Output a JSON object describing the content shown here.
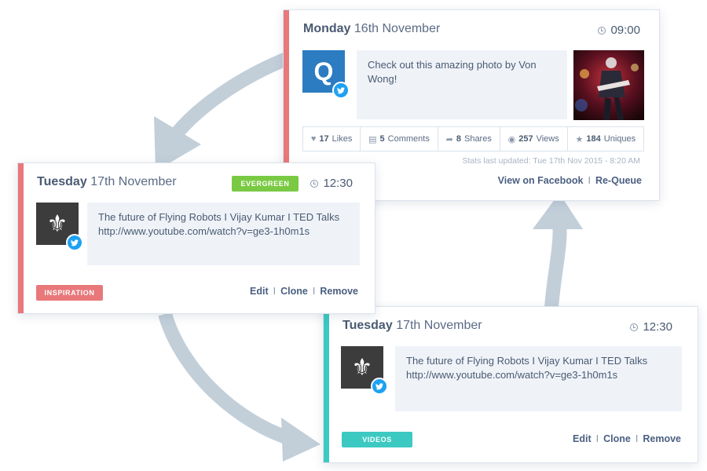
{
  "cards": {
    "monday": {
      "day": "Monday",
      "date": "16th November",
      "time": "09:00",
      "message": "Check out this amazing photo by Von Wong!",
      "avatar_letter": "Q",
      "stats": {
        "likes_count": "17",
        "likes_label": "Likes",
        "comments_count": "5",
        "comments_label": "Comments",
        "shares_count": "8",
        "shares_label": "Shares",
        "views_count": "257",
        "views_label": "Views",
        "uniques_count": "184",
        "uniques_label": "Uniques"
      },
      "stats_updated": "Stats last updated: Tue 17th Nov 2015 - 8:20 AM",
      "view_link": "View on Facebook",
      "requeue_link": "Re-Queue",
      "stripe_color": "#e8787a"
    },
    "tuesday_top": {
      "day": "Tuesday",
      "date": "17th November",
      "time": "12:30",
      "badge": "EVERGREEN",
      "badge_color": "#7ac943",
      "message": "The future of Flying Robots I Vijay Kumar I TED Talks http://www.youtube.com/watch?v=ge3-1h0m1s",
      "tag": "INSPIRATION",
      "tag_color": "#e8787a",
      "edit": "Edit",
      "clone": "Clone",
      "remove": "Remove",
      "stripe_color": "#e8787a"
    },
    "tuesday_bottom": {
      "day": "Tuesday",
      "date": "17th November",
      "time": "12:30",
      "message": "The future of Flying Robots I Vijay Kumar I TED Talks http://www.youtube.com/watch?v=ge3-1h0m1s",
      "tag": "VIDEOS",
      "tag_color": "#3cc9c2",
      "edit": "Edit",
      "clone": "Clone",
      "remove": "Remove",
      "stripe_color": "#3cc9c2"
    }
  },
  "separator": "I",
  "colors": {
    "arrow": "#c2cfd9",
    "twitter": "#1da1f2",
    "link": "#4a5f80",
    "text": "#4a5a72"
  }
}
